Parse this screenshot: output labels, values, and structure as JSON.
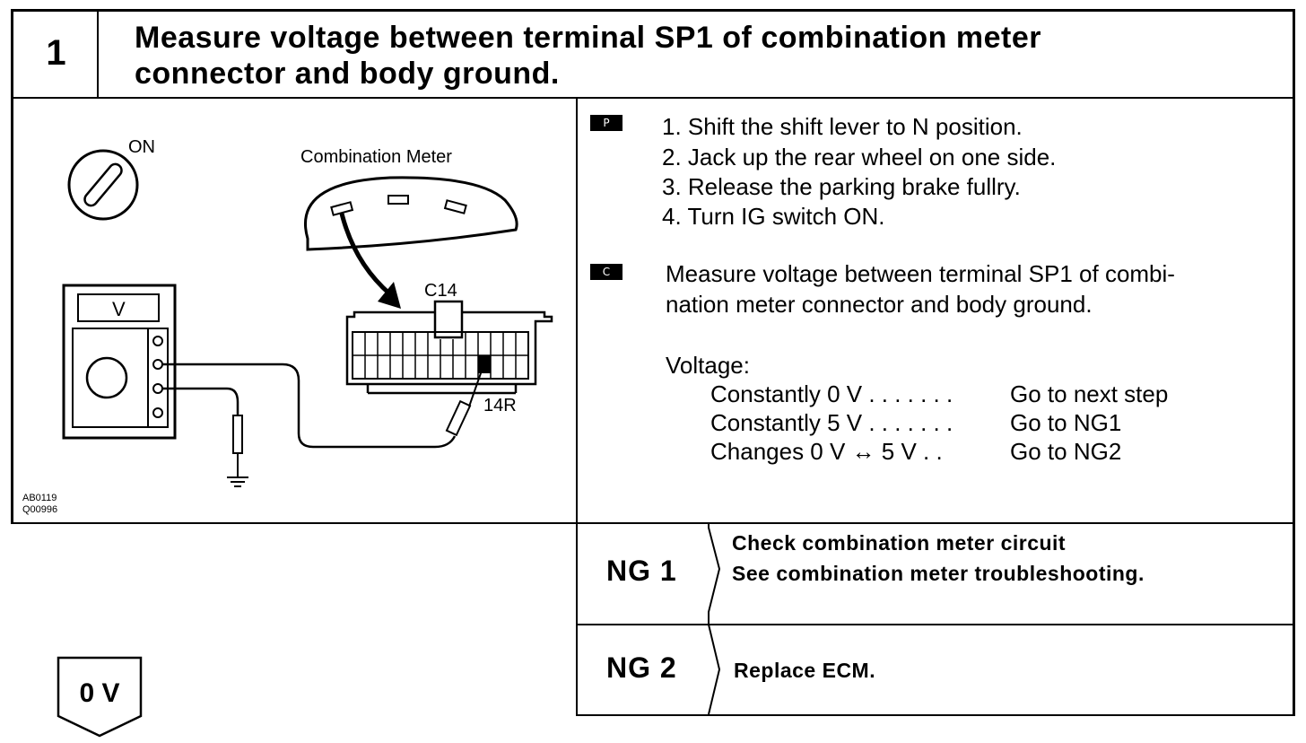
{
  "header": {
    "step_number": "1",
    "title_line1": "Measure voltage between terminal SP1 of combination meter",
    "title_line2": "connector and body ground."
  },
  "diagram": {
    "switch_label": "ON",
    "meter_label": "Combination Meter",
    "connector_label": "C14",
    "terminal_label": "14R",
    "voltmeter_label": "V",
    "figure_codes": [
      "AB0119",
      "Q00996"
    ]
  },
  "prep": {
    "badge": "P",
    "steps": [
      "1.  Shift the shift lever to N position.",
      "2.  Jack up the rear wheel on one side.",
      "3.  Release the parking brake fullry.",
      "4.  Turn IG switch ON."
    ]
  },
  "check": {
    "badge": "C",
    "text_line1": "Measure voltage between terminal SP1 of combi-",
    "text_line2": "nation meter connector and body ground.",
    "voltage_heading": "Voltage:",
    "results": [
      {
        "condition": "Constantly 0 V . . . . . . .",
        "action": "Go to next step"
      },
      {
        "condition": "Constantly 5 V . . . . . . .",
        "action": "Go to NG1"
      },
      {
        "condition": "Changes 0 V ↔ 5 V  . .",
        "action": "Go to NG2"
      }
    ]
  },
  "ng_table": {
    "rows": [
      {
        "label": "NG 1",
        "line1": "Check combination meter circuit",
        "line2": "See combination meter troubleshooting."
      },
      {
        "label": "NG 2",
        "line1": "Replace ECM.",
        "line2": ""
      }
    ]
  },
  "result_arrow": {
    "label": "0 V"
  }
}
